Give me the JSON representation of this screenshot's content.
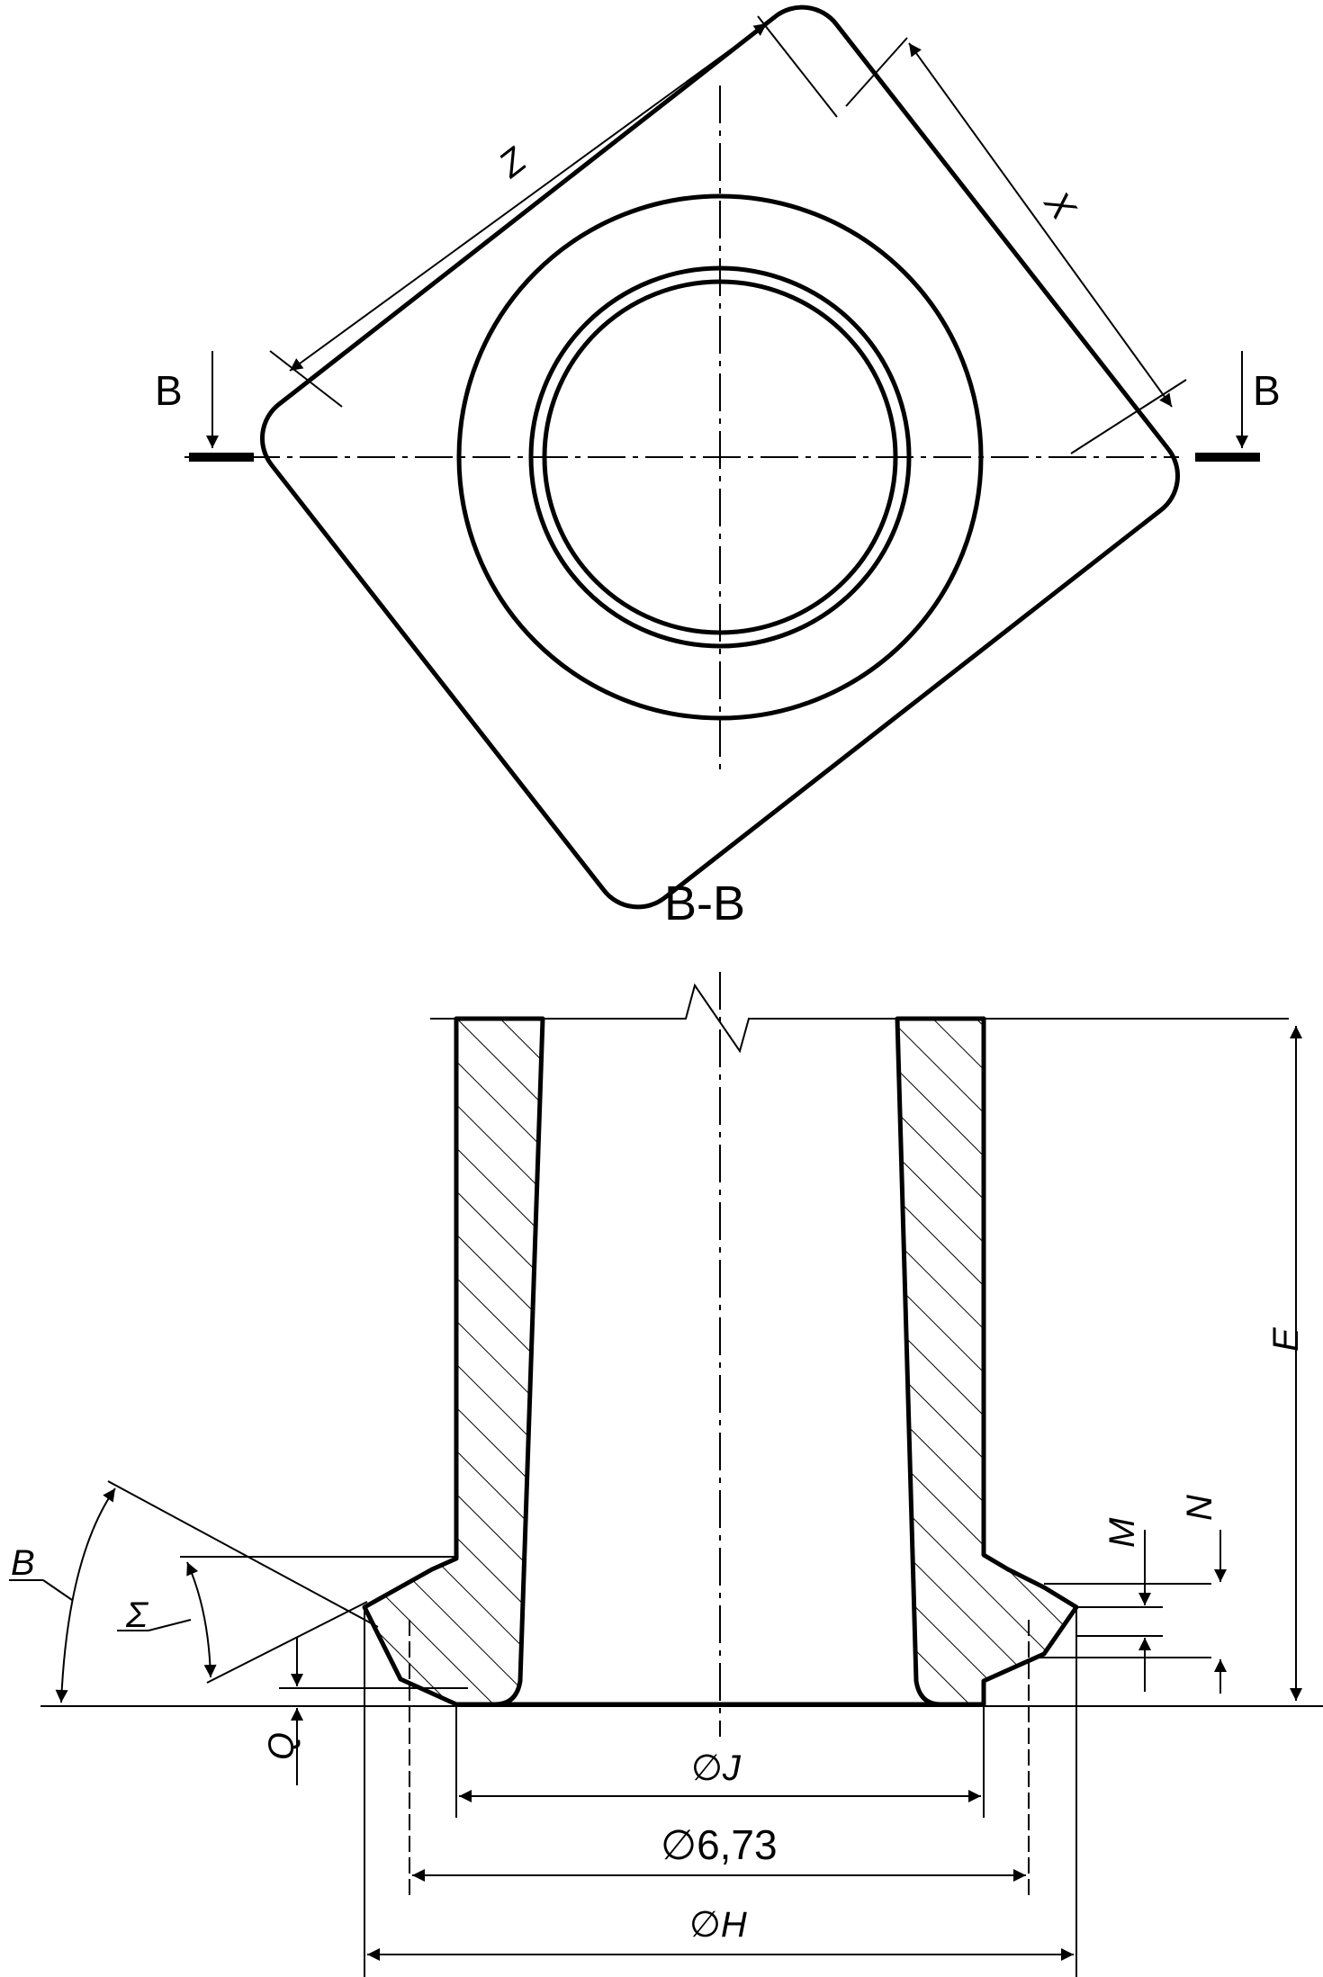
{
  "top_view": {
    "section_left": "B",
    "section_right": "B",
    "dim_z": "Z",
    "dim_x": "X"
  },
  "section_view": {
    "title": "B-B",
    "dim_e": "E",
    "dim_m": "M",
    "dim_n": "N",
    "dim_q": "Q",
    "angle_b": "B",
    "angle_sigma": "Σ",
    "dim_j": "∅J",
    "dim_673": "∅6,73",
    "dim_h": "∅H"
  },
  "colors": {
    "line": "#000000",
    "background": "#ffffff"
  }
}
